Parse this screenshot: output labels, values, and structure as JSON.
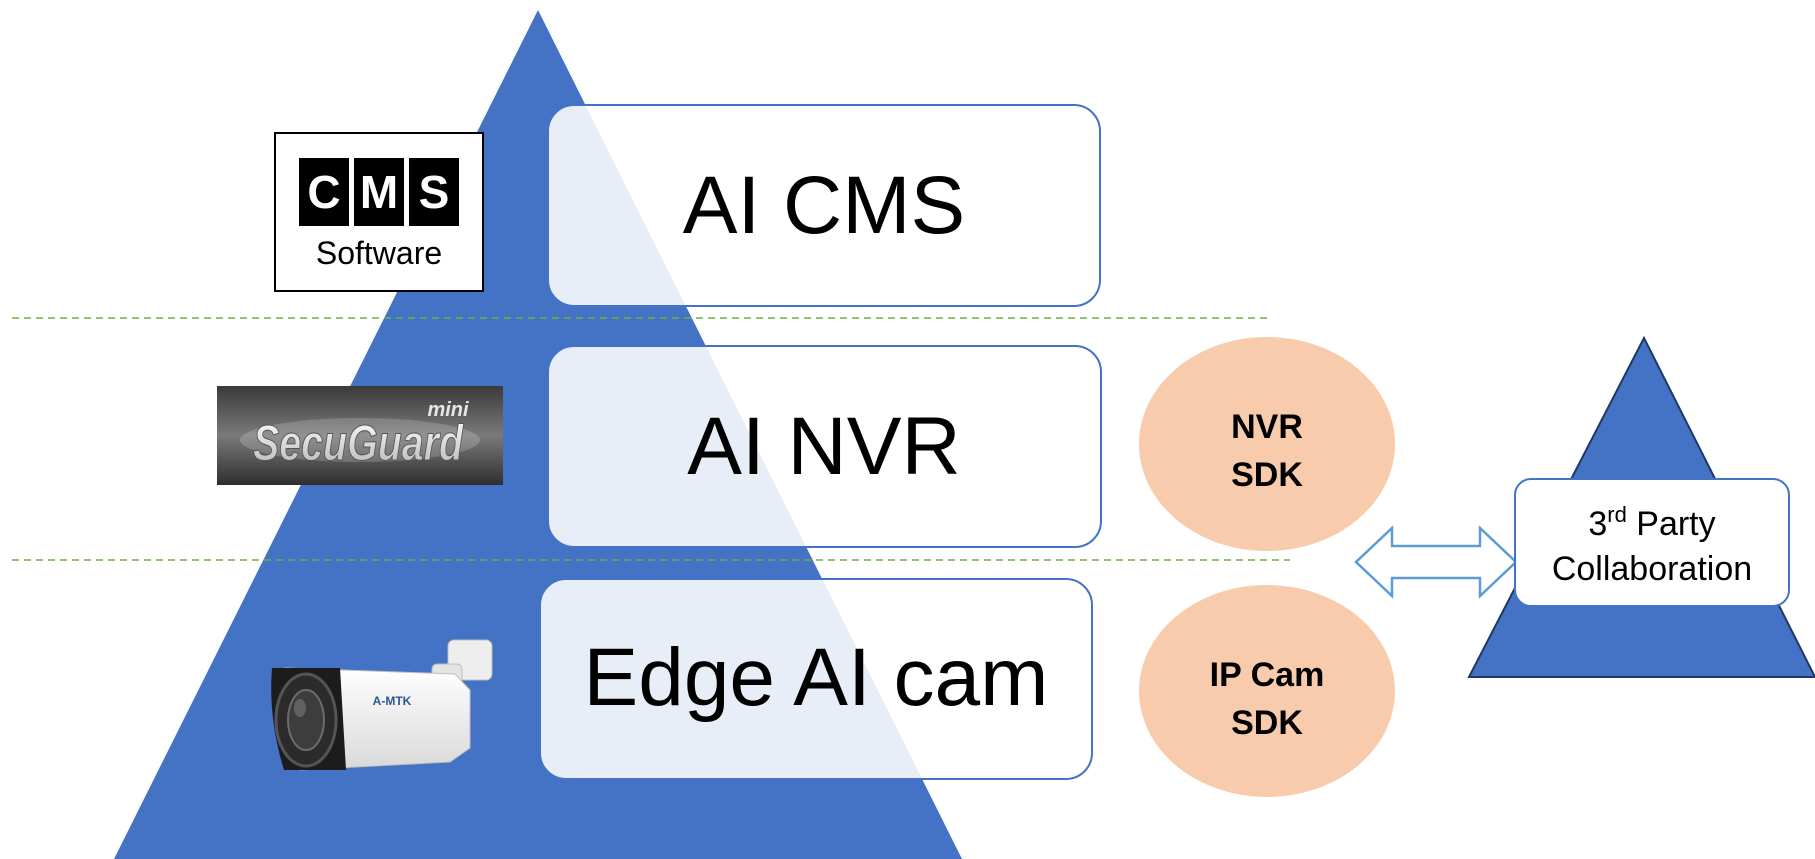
{
  "colors": {
    "triangle_fill": "#4472c4",
    "box_fill": "#ffffff",
    "box_fill_translucent": "rgba(255,255,255,0.88)",
    "box_border": "#4472c4",
    "divider_line": "#70ad47",
    "sdk_bubble_fill": "#f8cbad",
    "arrow_border": "#5b9bd5",
    "logo_black": "#000000"
  },
  "layers": [
    {
      "id": "cms",
      "label": "AI CMS",
      "logo_icon": "cms-software-logo"
    },
    {
      "id": "nvr",
      "label": "AI NVR",
      "logo_icon": "secuguard-mini-logo"
    },
    {
      "id": "cam",
      "label": "Edge AI cam",
      "logo_icon": "bullet-ip-camera-image"
    }
  ],
  "cms_logo": {
    "letters": [
      "C",
      "M",
      "S"
    ],
    "caption": "Software"
  },
  "secuguard_logo": {
    "wordmark": "SecuGuard",
    "superscript": "mini"
  },
  "camera": {
    "brand": "A-MTK"
  },
  "sdk_bubbles": [
    {
      "id": "nvr-sdk",
      "line1": "NVR",
      "line2": "SDK"
    },
    {
      "id": "ipcam-sdk",
      "line1": "IP Cam",
      "line2": "SDK"
    }
  ],
  "third_party": {
    "number": "3",
    "superscript": "rd",
    "line1_rest": " Party",
    "line2": "Collaboration"
  },
  "connector_icon": "double-arrow-icon"
}
